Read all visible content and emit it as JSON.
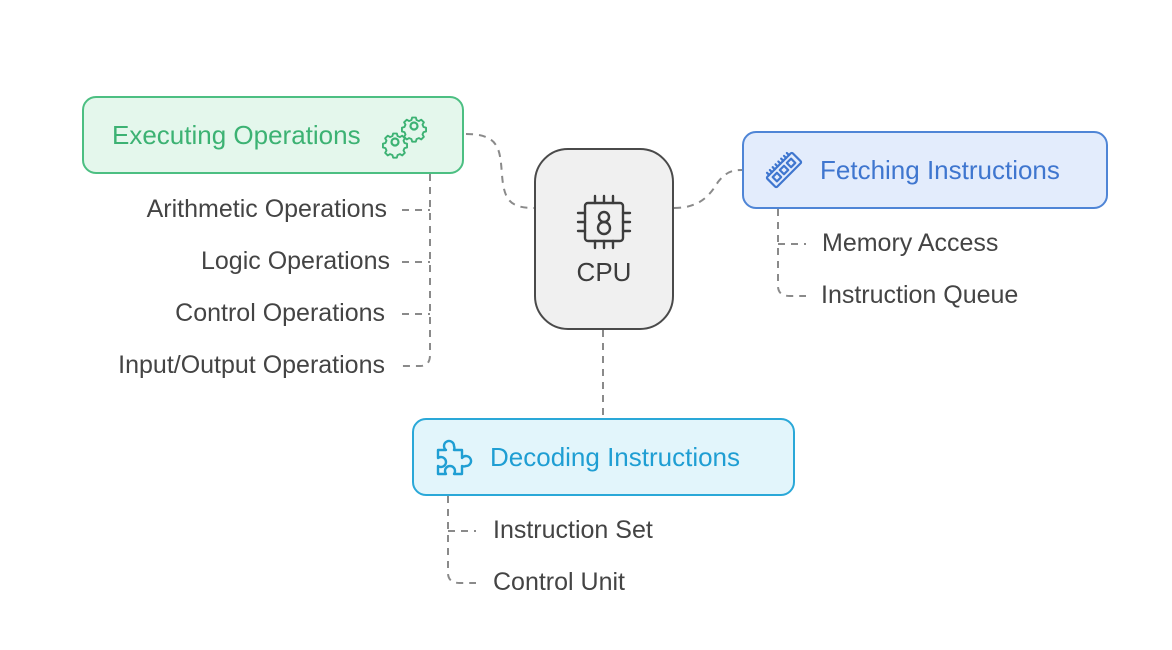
{
  "diagram": {
    "center": {
      "label": "CPU",
      "icon": "cpu-chip-icon"
    },
    "branches": [
      {
        "id": "executing",
        "label": "Executing Operations",
        "icon": "gears-icon",
        "color": "#3cb273",
        "border_color": "#4cbf82",
        "fill_color": "#e4f7ec",
        "children": [
          "Arithmetic Operations",
          "Logic Operations",
          "Control Operations",
          "Input/Output Operations"
        ]
      },
      {
        "id": "fetching",
        "label": "Fetching Instructions",
        "icon": "memory-stick-icon",
        "color": "#3f76cf",
        "border_color": "#4f85d6",
        "fill_color": "#e3ecfc",
        "children": [
          "Memory Access",
          "Instruction Queue"
        ]
      },
      {
        "id": "decoding",
        "label": "Decoding Instructions",
        "icon": "puzzle-piece-icon",
        "color": "#1f9ed3",
        "border_color": "#2aa8d8",
        "fill_color": "#e2f5fb",
        "children": [
          "Instruction Set",
          "Control Unit"
        ]
      }
    ]
  }
}
